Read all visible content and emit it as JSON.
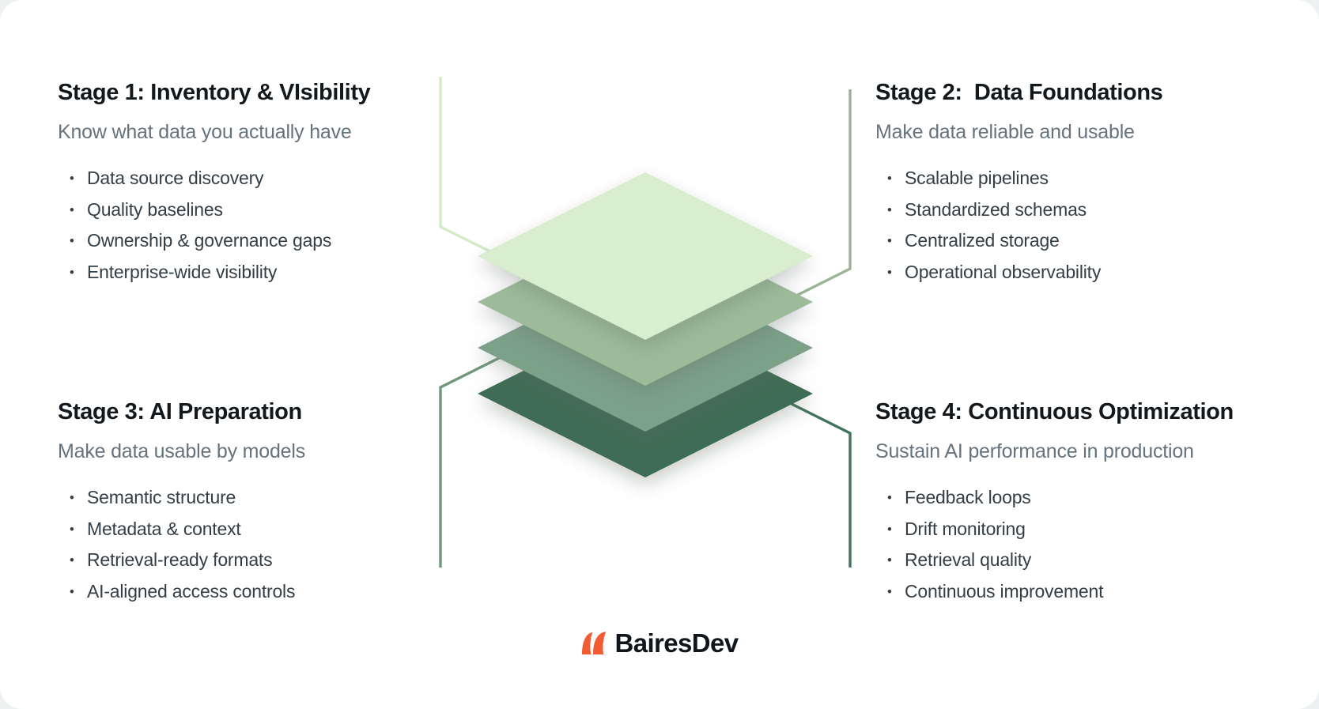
{
  "stages": [
    {
      "title": "Stage 1: Inventory & VIsibility",
      "subtitle": "Know what data you actually have",
      "bullets": [
        "Data source discovery",
        "Quality baselines",
        "Ownership & governance gaps",
        "Enterprise-wide visibility"
      ]
    },
    {
      "title": "Stage 2:  Data Foundations",
      "subtitle": "Make data reliable and usable",
      "bullets": [
        "Scalable pipelines",
        "Standardized schemas",
        "Centralized storage",
        "Operational observability"
      ]
    },
    {
      "title": "Stage 3: AI Preparation",
      "subtitle": "Make data usable by models",
      "bullets": [
        "Semantic structure",
        "Metadata & context",
        "Retrieval-ready formats",
        "AI-aligned access controls"
      ]
    },
    {
      "title": "Stage 4: Continuous Optimization",
      "subtitle": "Sustain AI performance in production",
      "bullets": [
        "Feedback loops",
        "Drift monitoring",
        "Retrieval quality",
        "Continuous improvement"
      ]
    }
  ],
  "graphic": {
    "layer_colors": [
      "#d9edcf",
      "#9dbb9b",
      "#7ca189",
      "#3f6c54"
    ],
    "connector_colors": [
      "#d2ecc6",
      "#99b593",
      "#6f9778",
      "#45725a"
    ]
  },
  "footer": {
    "brand": "BairesDev",
    "logo_color": "#f25c33",
    "text_color": "#10161c"
  },
  "colors": {
    "title": "#13181d",
    "subtitle": "#64737e",
    "bullet": "#333e47",
    "background": "#ffffff"
  }
}
